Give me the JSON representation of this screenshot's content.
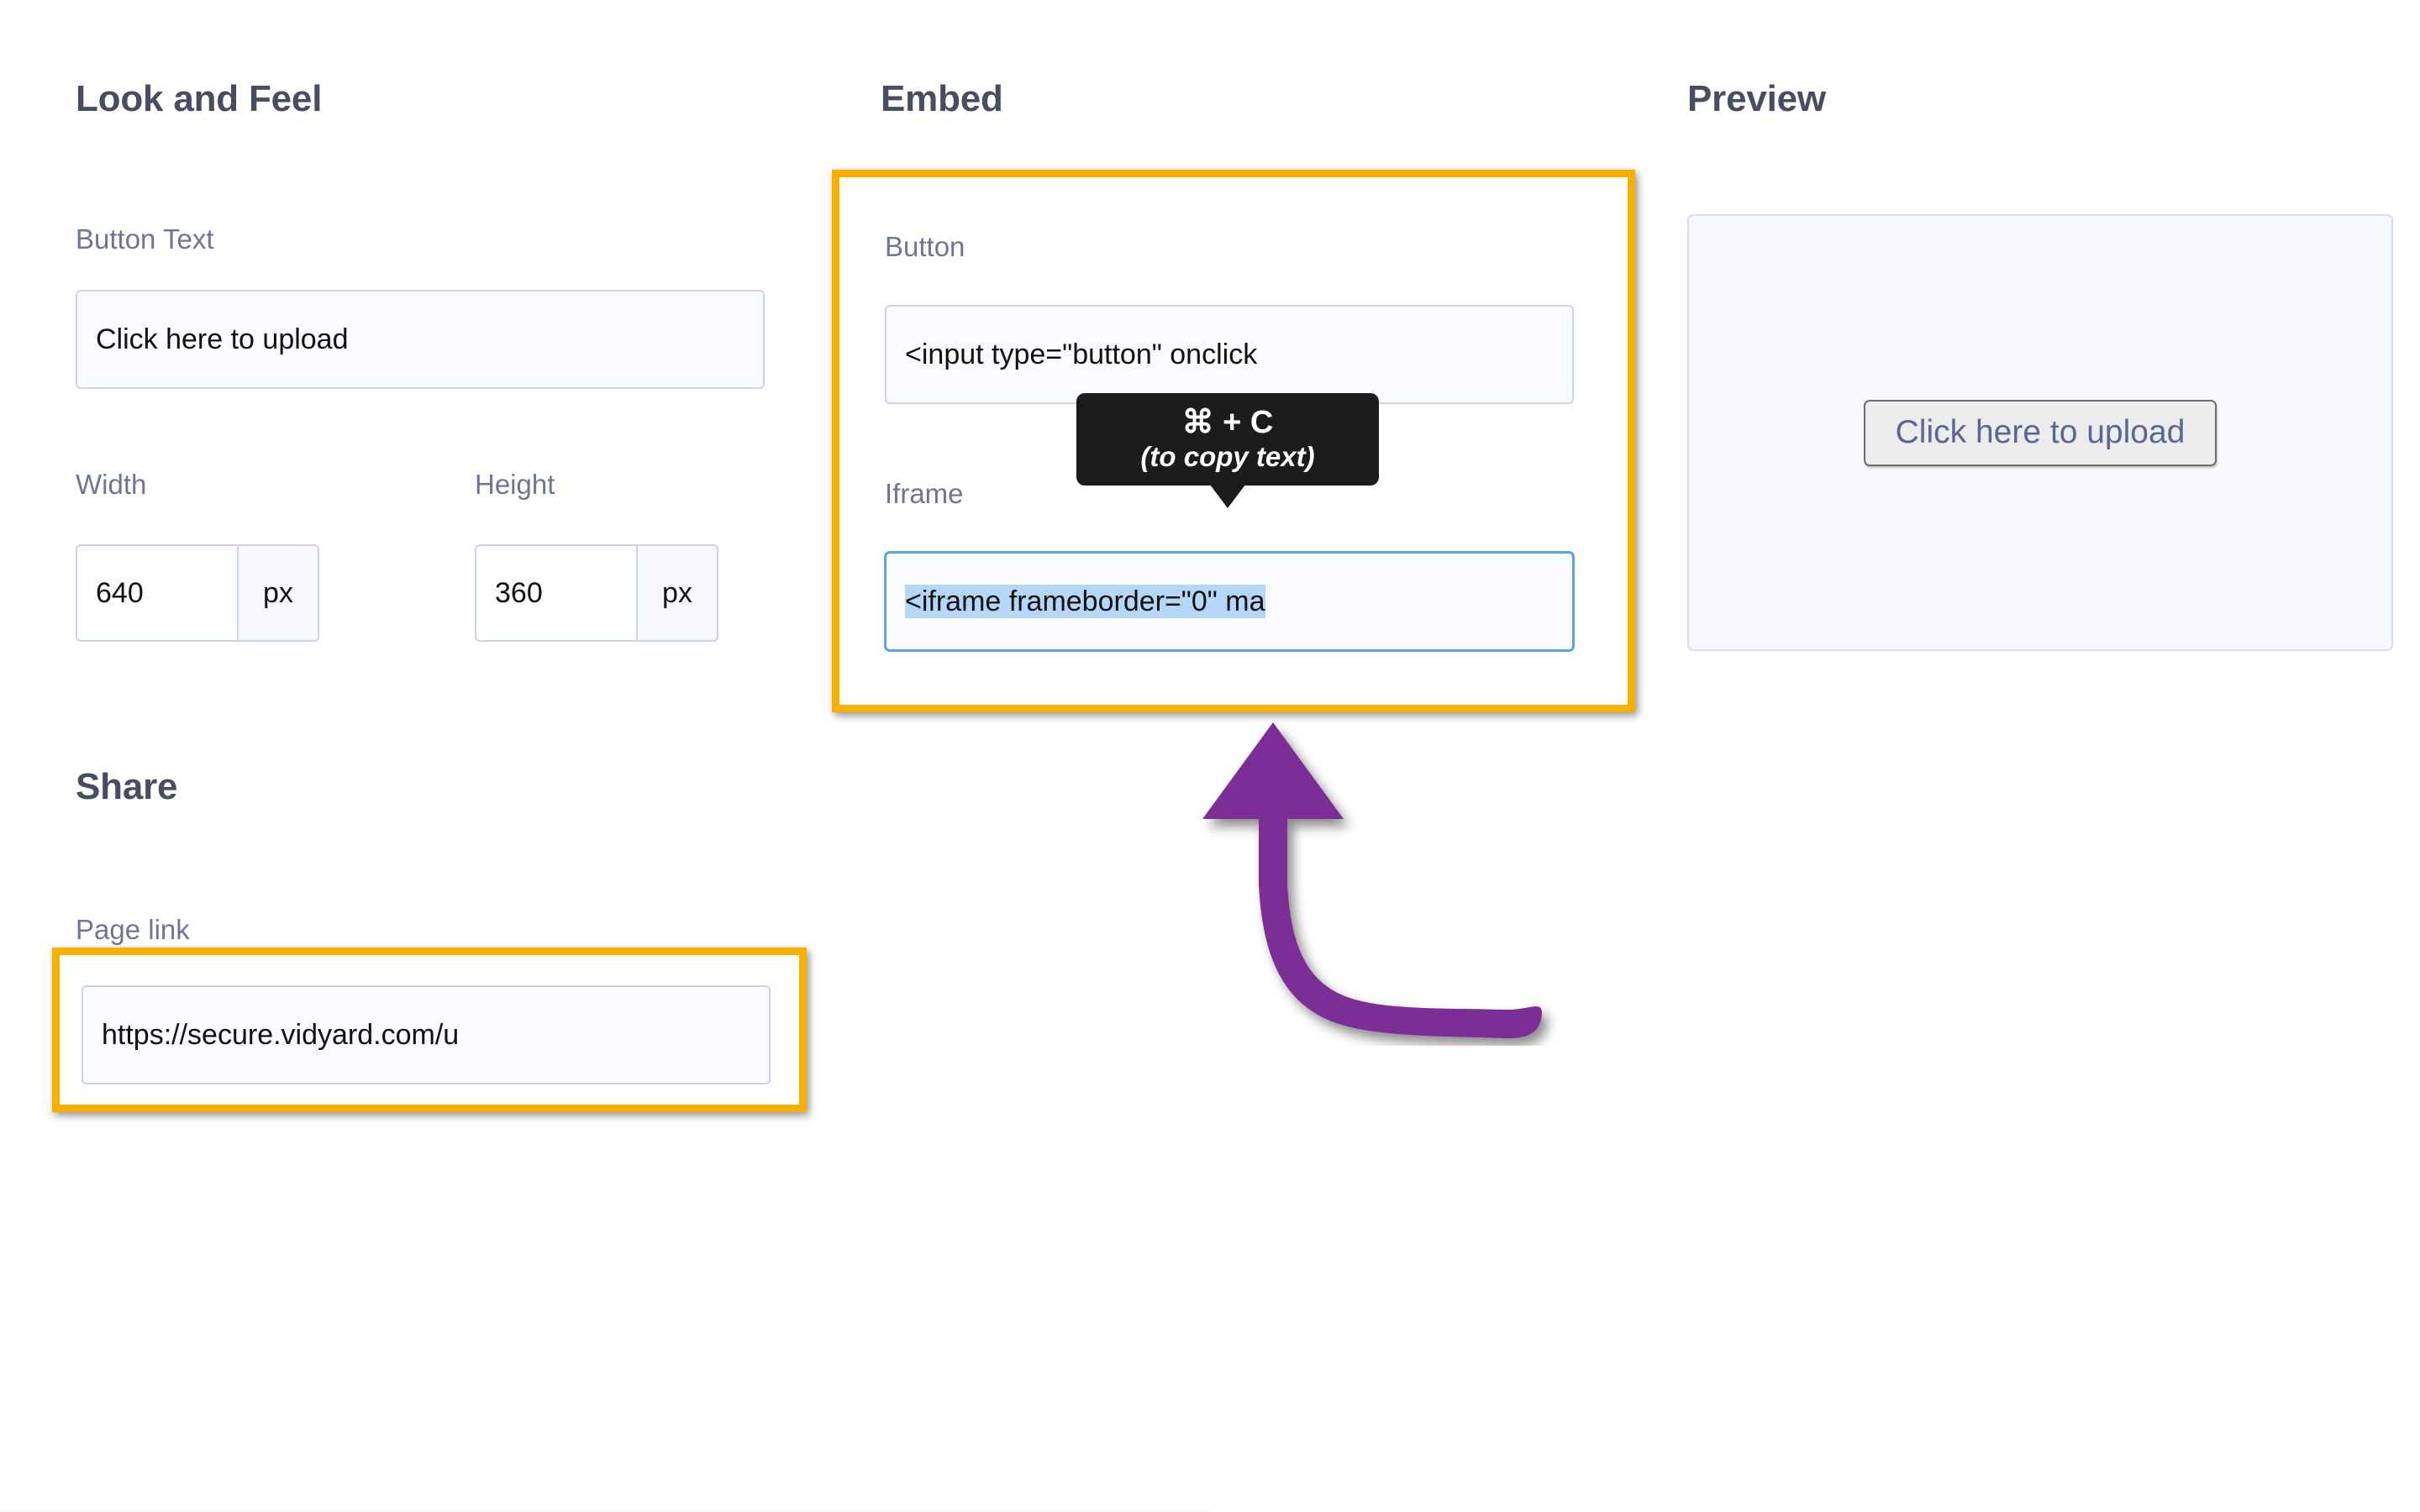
{
  "sections": {
    "look_and_feel": {
      "title": "Look and Feel",
      "button_text": {
        "label": "Button Text",
        "value": "Click here to upload"
      },
      "width": {
        "label": "Width",
        "value": "640",
        "unit": "px"
      },
      "height": {
        "label": "Height",
        "value": "360",
        "unit": "px"
      }
    },
    "share": {
      "title": "Share",
      "page_link": {
        "label": "Page link",
        "value": "https://secure.vidyard.com/u"
      }
    },
    "embed": {
      "title": "Embed",
      "button": {
        "label": "Button",
        "value": "<input type=\"button\" onclick"
      },
      "iframe": {
        "label": "Iframe",
        "value": "<iframe frameborder=\"0\" ma",
        "selected": true,
        "focused": true
      }
    },
    "preview": {
      "title": "Preview",
      "button_label": "Click here to upload"
    }
  },
  "tooltip": {
    "shortcut": "⌘ + C",
    "hint": "(to copy text)"
  },
  "annotations": {
    "highlight_color": "#f7b000",
    "arrow_color": "#7b2d96",
    "selection_color": "#b5d7f7",
    "focus_color": "#57a5e8"
  }
}
